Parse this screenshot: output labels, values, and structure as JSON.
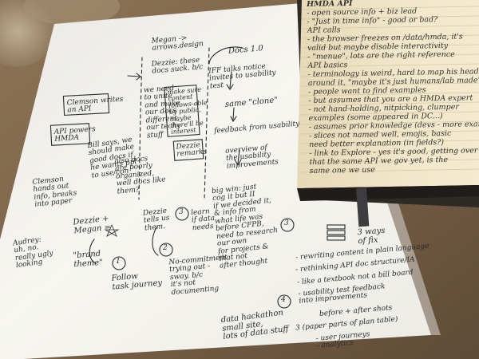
{
  "photo": {
    "description_colors": {
      "desk": "#7a6248",
      "paper": "#f4f3ee",
      "notebook_page": "#efe4c6",
      "ink": "#2a2a2e",
      "bookmark_ribbon": "#3a3a3a"
    }
  },
  "sketch_sheet": {
    "boxes": [
      {
        "id": "box-clemson",
        "lines": [
          "Clemson writes",
          "an API"
        ]
      },
      {
        "id": "box-hmda",
        "lines": [
          "API powers",
          "HMDA"
        ]
      },
      {
        "id": "box-dezzie-remarks",
        "lines": [
          "Dezzie",
          "remarks"
        ]
      }
    ],
    "notes": [
      {
        "id": "note-bill",
        "lines": [
          "Bill says, we",
          "should make",
          "good docs if",
          "he wants ppl",
          "to use/con"
        ]
      },
      {
        "id": "note-clemson-hands",
        "lines": [
          "Clemson",
          "hands out",
          "info, breaks",
          "into paper"
        ]
      },
      {
        "id": "note-dezzie-megan",
        "lines": [
          "Dezzie +",
          "Megan ="
        ]
      },
      {
        "id": "note-audrey",
        "lines": [
          "Audrey:",
          "uh, no.",
          "really ugly",
          "looking"
        ]
      },
      {
        "id": "note-brand-theme",
        "lines": [
          "\"brand",
          "theme\""
        ]
      },
      {
        "id": "note-megan-arrow",
        "lines": [
          "Megan ->",
          "arrows.design"
        ]
      },
      {
        "id": "note-dezzie-these",
        "lines": [
          "Dezzie: these",
          "docs suck. b/c"
        ]
      },
      {
        "id": "note-we-need",
        "lines": [
          "we need",
          "to unite",
          "and make",
          "our docs",
          "different,",
          "our techy",
          "stuff"
        ]
      },
      {
        "id": "note-make-content",
        "lines": [
          "make sure",
          "content",
          "follows-able",
          "by public,",
          "maybe",
          "there'll be",
          "interest"
        ]
      },
      {
        "id": "note-also-docs",
        "lines": [
          "also docs",
          "are poorly",
          "organized,",
          "well docs like",
          "them?"
        ]
      },
      {
        "id": "note-dezzie-tells",
        "lines": [
          "Dezzie",
          "tells us",
          "them."
        ]
      },
      {
        "id": "note-learn-data",
        "lines": [
          "learn",
          "if data",
          "needs"
        ]
      },
      {
        "id": "note-follow",
        "lines": [
          "Follow",
          "task journey"
        ]
      },
      {
        "id": "note-no-commitment",
        "lines": [
          "No-commitment",
          "trying out -",
          "sway. b/c",
          "it's not",
          "documenting"
        ]
      },
      {
        "id": "note-docs-10",
        "lines": [
          "Docs 1.0"
        ]
      },
      {
        "id": "note-iff",
        "lines": [
          "IFF talks notice",
          "invites to usability",
          "test"
        ]
      },
      {
        "id": "note-same-clone",
        "lines": [
          "same \"clone\""
        ]
      },
      {
        "id": "note-feedback",
        "lines": [
          "feedback from usability"
        ]
      },
      {
        "id": "note-overview",
        "lines": [
          "overview of",
          "the usability",
          "improvements"
        ]
      },
      {
        "id": "note-big-win",
        "lines": [
          "big win: just",
          "cog it but II",
          "if we decided it,",
          "& info from",
          "what life was",
          "before CFPB,",
          "need to research",
          "our own",
          "for projects &",
          "that not",
          "after thought"
        ]
      },
      {
        "id": "note-data-hackathon",
        "lines": [
          "data hackathon",
          "small site,",
          "lots of data stuff"
        ]
      },
      {
        "id": "note-ways",
        "lines": [
          "3 ways",
          "of fix"
        ]
      },
      {
        "id": "note-list-1",
        "lines": [
          "- rewriting content in plain language"
        ]
      },
      {
        "id": "note-list-2",
        "lines": [
          "- rethinking API doc structure/IA"
        ]
      },
      {
        "id": "note-list-3",
        "lines": [
          "- like a textbook not a bill board"
        ]
      },
      {
        "id": "note-list-4",
        "lines": [
          "- usability test feedback",
          "into improvements"
        ]
      },
      {
        "id": "note-list-5",
        "lines": [
          "before + after shots"
        ]
      },
      {
        "id": "note-list-6",
        "lines": [
          "3 (paper parts of plan table)"
        ]
      },
      {
        "id": "note-list-7",
        "lines": [
          "- user journeys",
          "- analytics"
        ]
      }
    ],
    "markers": [
      "1",
      "2",
      "3",
      "3",
      "4"
    ]
  },
  "notebook": {
    "heading": "HMDA API",
    "lines": [
      "- open source info + biz lead",
      "- \"Just in time info\" - good or bad?",
      "API calls",
      "- the browser freezes on /data/hmda, it's",
      "valid but maybe disable interactivity",
      "- \"menue\", lots are the right reference",
      "API basics",
      "- terminology is weird, hard to map his head",
      "around it, \"maybe it's just humans/lab made\"",
      "- people want to find examples",
      "- but assumes that you are a HMDA expert",
      "- not hand-holding, nitpicking, clumper",
      "examples (some appeared in DC...)",
      "- assumes prior knowledge (devs - more example pre)",
      "- slices not named well, emojis, basic",
      "need better explanation (in fields?)",
      "- link to Explore - yes it's good, getting over d",
      "that the same API we gov yet, is the",
      "same one we use"
    ]
  }
}
